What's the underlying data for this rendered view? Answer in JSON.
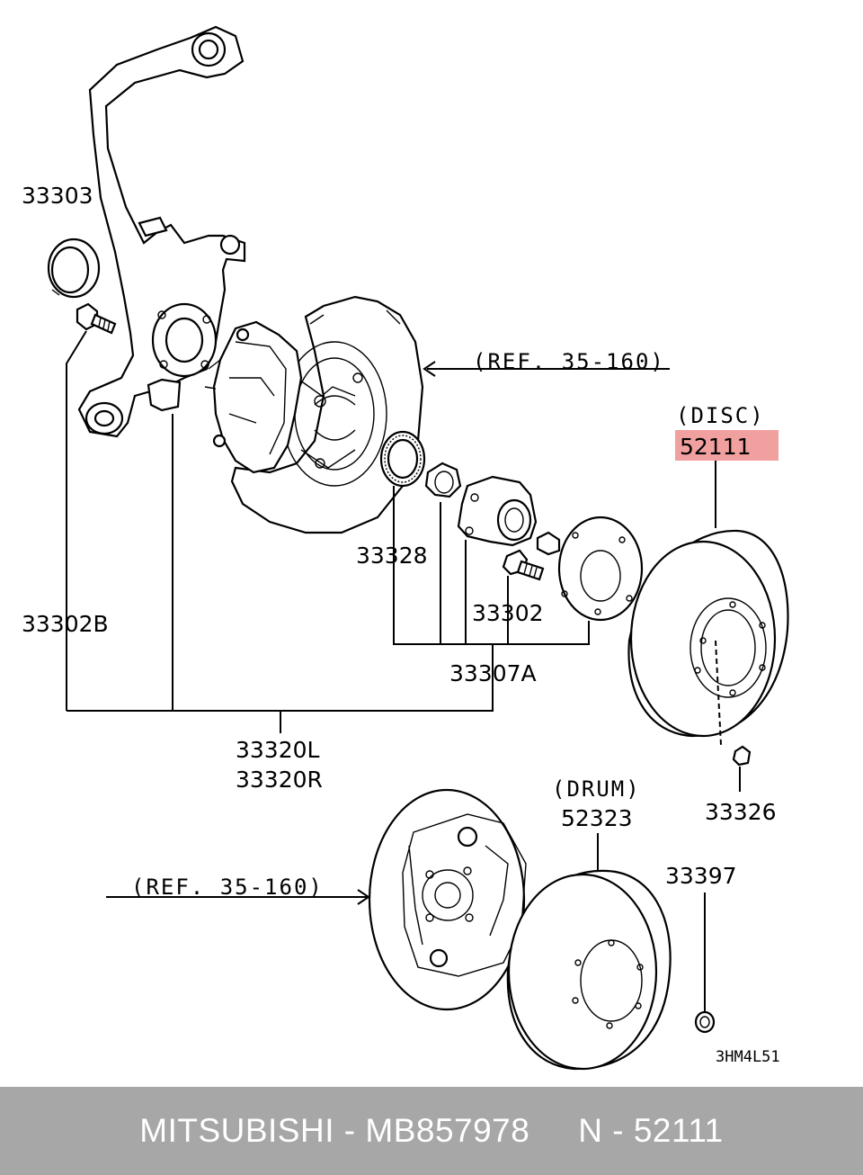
{
  "labels": {
    "p33303": "33303",
    "p33302b": "33302B",
    "p33328": "33328",
    "p33302": "33302",
    "p33307a": "33307A",
    "p33320l": "33320L",
    "p33320r": "33320R",
    "ref_top": "(REF. 35-160)",
    "disc": "(DISC)",
    "p52111": "52111",
    "p33326": "33326",
    "drum": "(DRUM)",
    "p52323": "52323",
    "p33397": "33397",
    "ref_bottom": "(REF. 35-160)",
    "code": "3HM4L51"
  },
  "highlight_color": "#f1a0a0",
  "footer": {
    "text": "MITSUBISHI - MB857978     N - 52111",
    "background": "#a7a7a7"
  }
}
